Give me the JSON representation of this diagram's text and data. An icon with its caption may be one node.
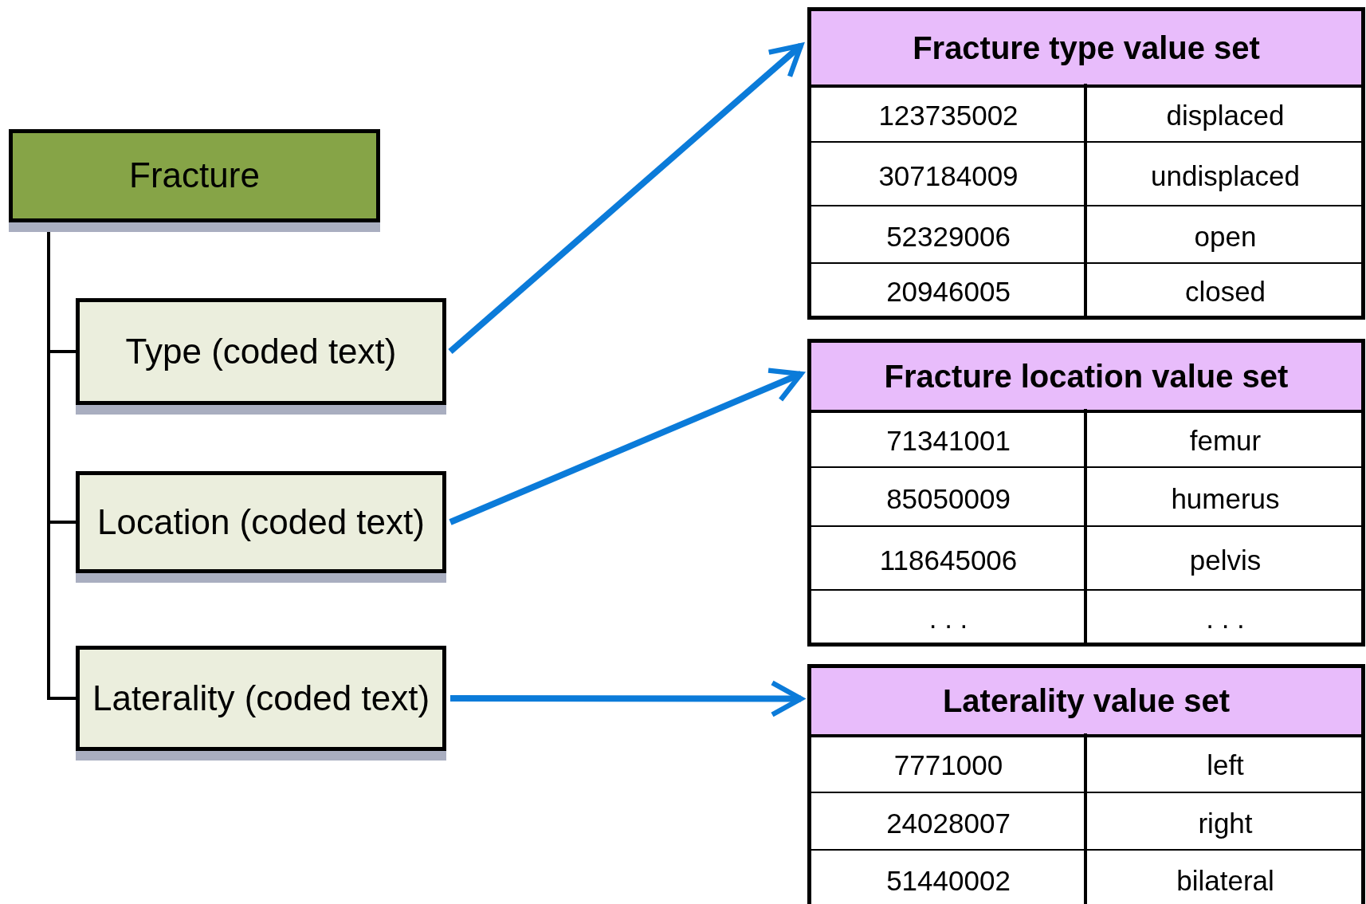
{
  "diagram": {
    "nodes": [
      {
        "text": [
          "Fracture"
        ]
      },
      {
        "text": [
          "Type (coded text)"
        ]
      },
      {
        "text": [
          "Location (coded text)"
        ]
      },
      {
        "text": [
          "Laterality (coded text)"
        ]
      },
      {
        "text": [
          "Fracture type value set"
        ]
      },
      {
        "text": [
          "Fracture location value set"
        ]
      },
      {
        "text": [
          "Laterality value set"
        ]
      }
    ],
    "edges": [
      {
        "from": 0,
        "to": 1,
        "arrow": "none"
      },
      {
        "from": 0,
        "to": 2,
        "arrow": "none"
      },
      {
        "from": 0,
        "to": 3,
        "arrow": "none"
      },
      {
        "from": 1,
        "to": 4,
        "arrow": "to",
        "style": "thick",
        "color": "#0b7bd9"
      },
      {
        "from": 2,
        "to": 5,
        "arrow": "to",
        "style": "thick",
        "color": "#0b7bd9"
      },
      {
        "from": 3,
        "to": 6,
        "arrow": "to",
        "style": "thick",
        "color": "#0b7bd9"
      }
    ],
    "labels": [
      "123735002",
      "displaced",
      "307184009",
      "undisplaced",
      "52329006",
      "open",
      "20946005",
      "closed",
      "71341001",
      "femur",
      "85050009",
      "humerus",
      "118645006",
      "pelvis",
      ". . .",
      ". . .",
      "7771000",
      "left",
      "24028007",
      "right",
      "51440002",
      "bilateral"
    ]
  }
}
